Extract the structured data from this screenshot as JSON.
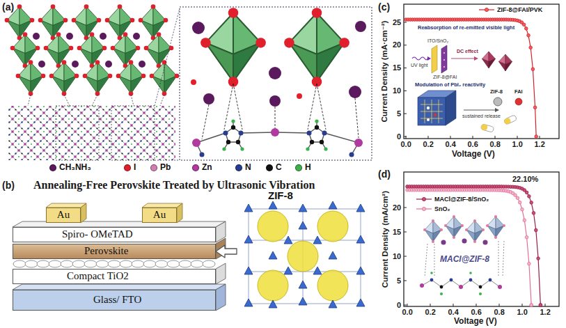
{
  "diagram": {
    "nodes": [
      {
        "text": [
          "Au"
        ]
      },
      {
        "text": [
          "Au"
        ]
      },
      {
        "text": [
          "Spiro- OMeTAD"
        ]
      },
      {
        "text": [
          "Perovskite"
        ]
      },
      {
        "text": [
          "Compact TiO2"
        ]
      },
      {
        "text": [
          "Glass/ FTO"
        ]
      },
      {
        "text": [
          "ZIF-8"
        ]
      }
    ],
    "edges": [
      {
        "from": 6,
        "to": 3,
        "arrow": "to"
      }
    ],
    "labels": [
      "(a)",
      "(b)",
      "Annealing-Free Perovskite Treated by Ultrasonic Vibration",
      "(c)",
      "Reabsorption of re-emitted visible light",
      "UV light",
      "ITO/SnO₂",
      "ZIF-8@FAI",
      "DC effect",
      "Modulation of PbI₂ reactivity",
      "ZIF-8",
      "FAI",
      "sustained release",
      "Current Density (mA·cm⁻²)",
      "Voltage (V)",
      "0",
      "5",
      "10",
      "15",
      "20",
      "25",
      "0.0",
      "0.2",
      "0.4",
      "0.6",
      "0.8",
      "1.0",
      "1.2",
      "(d)",
      "22.10%",
      "MACl@ZIF-8",
      "Current Density (mA/cm²)",
      "Voltage (V)",
      "0",
      "5",
      "10",
      "15",
      "20",
      "0.0",
      "0.2",
      "0.4",
      "0.6",
      "0.8",
      "1.0",
      "1.2"
    ],
    "legend": [
      {
        "text": "CH₃NH₃",
        "color": "#5b1a5e"
      },
      {
        "text": "I",
        "color": "#e0202c"
      },
      {
        "text": "Pb",
        "color": "#d080b0"
      },
      {
        "text": "Zn",
        "color": "#b03aa0"
      },
      {
        "text": "N",
        "color": "#283c90"
      },
      {
        "text": "C",
        "color": "#111111"
      },
      {
        "text": "H",
        "color": "#3cb04a"
      },
      {
        "text": "ZIF-8@FAI/PVK"
      },
      {
        "text": "MACl@ZIF-8/SnO₂"
      },
      {
        "text": "SnO₂"
      }
    ]
  }
}
